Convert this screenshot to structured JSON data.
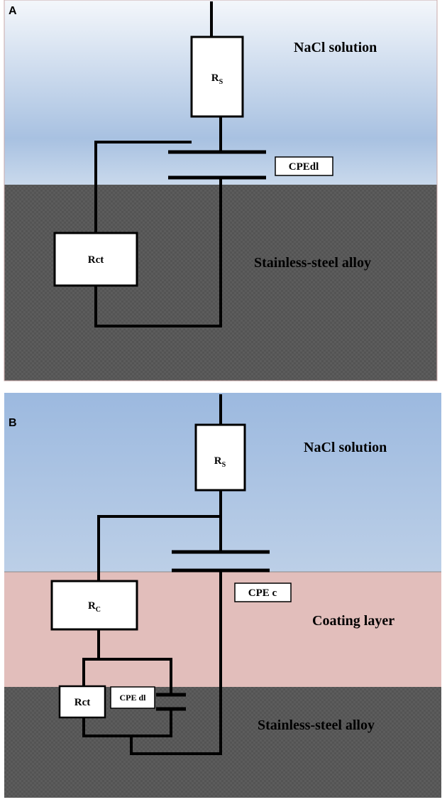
{
  "panel_a": {
    "letter": "A",
    "solution_label": "NaCl solution",
    "substrate_label": "Stainless-steel alloy",
    "rs_main": "R",
    "rs_sub": "S",
    "cpe_label": "CPEdl",
    "rct_label": "Rct"
  },
  "panel_b": {
    "letter": "B",
    "solution_label": "NaCl solution",
    "coating_label": "Coating layer",
    "substrate_label": "Stainless-steel alloy",
    "rs_main": "R",
    "rs_sub": "S",
    "rc_main": "R",
    "rc_sub": "C",
    "cpe_c_label": "CPE c",
    "rct_label": "Rct",
    "cpe_dl_label": "CPE dl"
  },
  "colors": {
    "solution_top": "#f2f6fb",
    "solution_bottom": "#a9c2e2",
    "solution_b_top": "#9ebbe0",
    "solution_b_bottom": "#b9cde6",
    "coating": "#e2bebb",
    "steel": "#5a5a5a"
  }
}
